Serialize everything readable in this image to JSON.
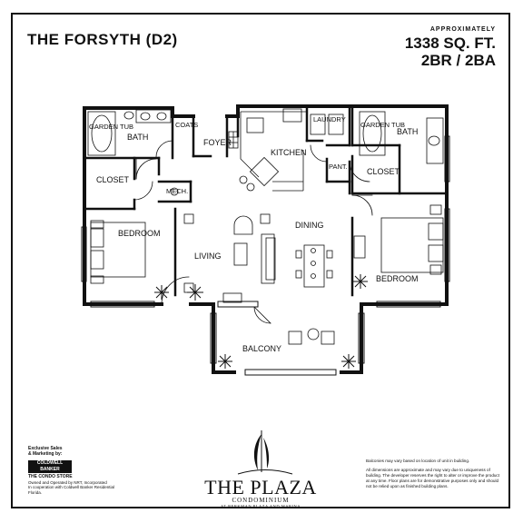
{
  "header": {
    "title": "THE FORSYTH (D2)",
    "approx_label": "APPROXIMATELY",
    "sqft": "1338 SQ. FT.",
    "beds_baths": "2BR / 2BA"
  },
  "rooms": {
    "garden_tub_left": "GARDEN TUB",
    "bath_left": "BATH",
    "coats": "COATS",
    "foyer": "FOYER",
    "kitchen": "KITCHEN",
    "laundry": "LAUNDRY",
    "garden_tub_right": "GARDEN TUB",
    "bath_right": "BATH",
    "closet_left": "CLOSET",
    "mech": "MECH.",
    "pantry": "PANT.",
    "closet_right": "CLOSET",
    "bedroom_left": "BEDROOM",
    "living": "LIVING",
    "dining": "DINING",
    "bedroom_right": "BEDROOM",
    "balcony": "BALCONY"
  },
  "marketing": {
    "header_line1": "Exclusive Sales",
    "header_line2": "& Marketing by:",
    "brand": "COLDWELL BANKER",
    "store": "THE CONDO STORE",
    "line1": "Owned and Operated by NRT, Incorporated",
    "line2": "In cooperation with Coldwell Banker Residential Florida."
  },
  "logo": {
    "name": "THE PLAZA",
    "sub": "CONDOMINIUM",
    "sub2": "AT BERKMAN PLAZA AND MARINA"
  },
  "disclaimer": {
    "p1": "Balconies may vary based on location of unit in building.",
    "p2": "All dimensions are approximate and may vary due to uniqueness of building. The developer reserves the right to alter or improve the product at any time. Floor plans are for demonstrative purposes only and should not be relied upon as finished building plans."
  }
}
